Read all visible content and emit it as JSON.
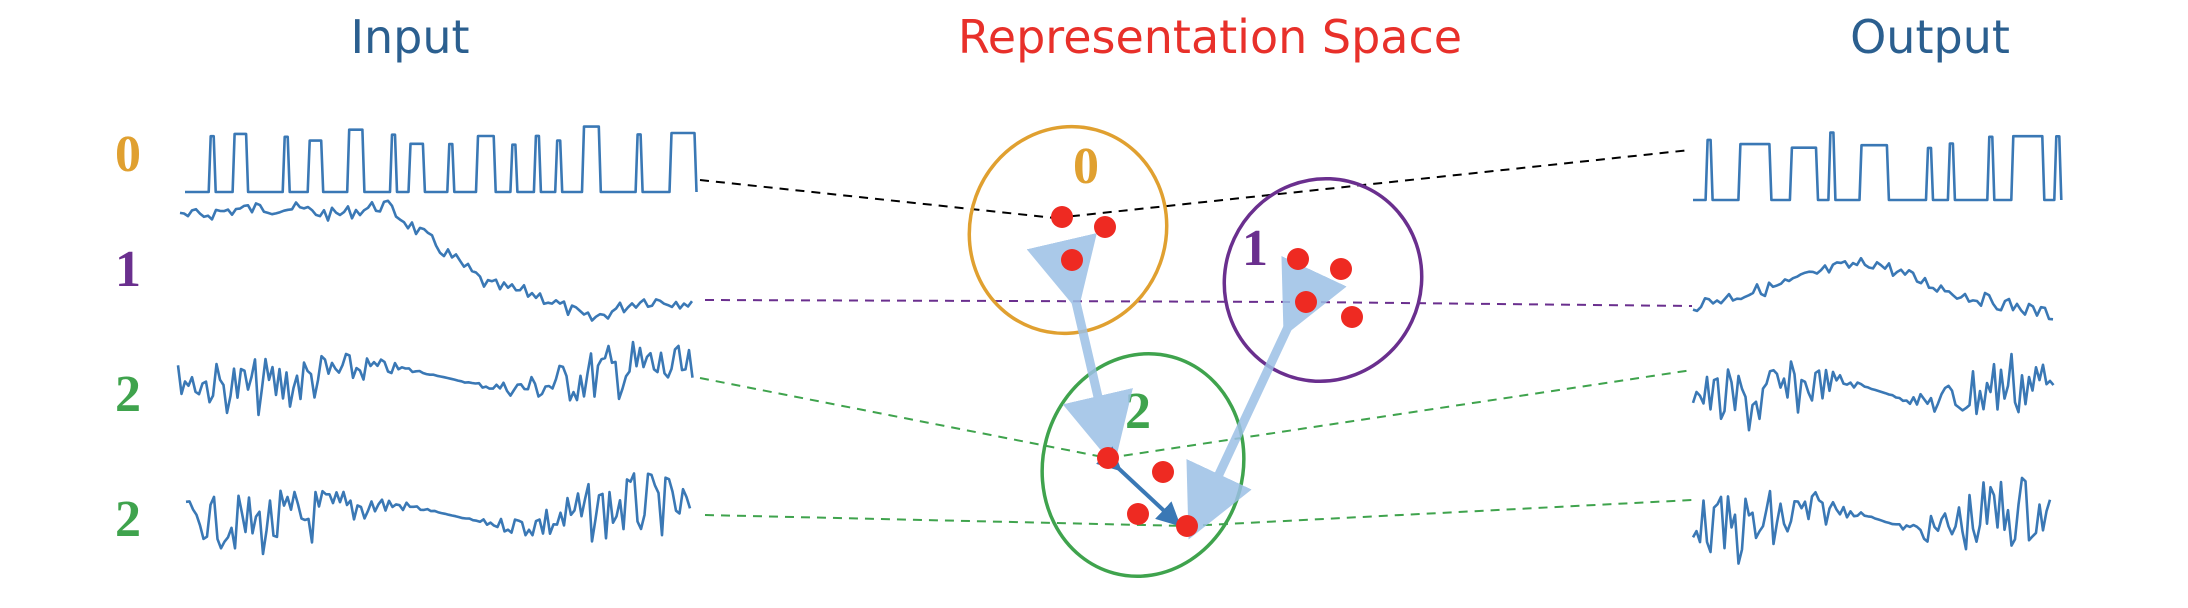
{
  "titles": {
    "input": "Input",
    "representation": "Representation Space",
    "output": "Output"
  },
  "rows": [
    {
      "label": "0",
      "color": "#e0a030",
      "kind": "spiky"
    },
    {
      "label": "1",
      "color": "#6a2f8e",
      "kind": "drift"
    },
    {
      "label": "2",
      "color": "#3fa34d",
      "kind": "noise"
    },
    {
      "label": "2",
      "color": "#3fa34d",
      "kind": "noise"
    }
  ],
  "clusters": [
    {
      "label": "0",
      "color": "#e0a030"
    },
    {
      "label": "1",
      "color": "#6a2f8e"
    },
    {
      "label": "2",
      "color": "#3fa34d"
    }
  ],
  "colors": {
    "signal": "#3a78b5",
    "point": "#ee2a22",
    "link": "#9cc0e6",
    "link_dark": "#3a78b5",
    "connector_0": "#000000",
    "connector_1": "#6a2f8e",
    "connector_2": "#3fa34d"
  }
}
